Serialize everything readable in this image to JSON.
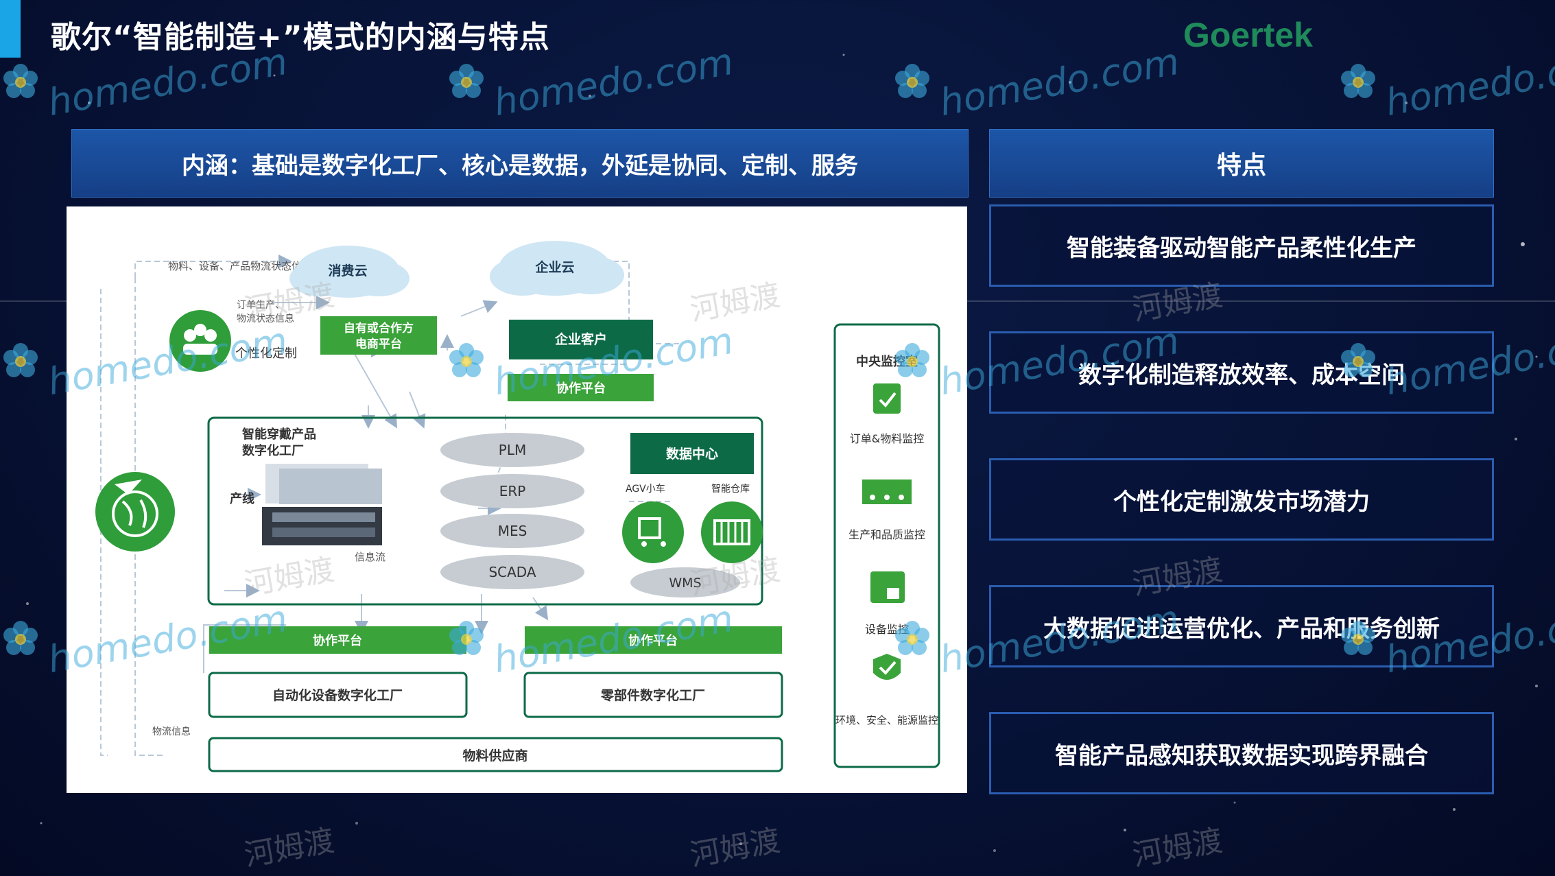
{
  "title": "歌尔“智能制造+”模式的内涵与特点",
  "logo": {
    "name": "Goertek",
    "sub": ""
  },
  "left_header": "内涵：基础是数字化工厂、核心是数据，外延是协同、定制、服务",
  "right_header": "特点",
  "features": [
    "智能装备驱动智能产品柔性化生产",
    "数字化制造释放效率、成本空间",
    "个性化定制激发市场潜力",
    "大数据促进运营优化、产品和服务创新",
    "智能产品感知获取数据实现跨界融合"
  ],
  "diagram": {
    "flow_top": "物料、设备、产品物流状态信息",
    "consumer_cloud": "消费云",
    "enterprise_cloud": "企业云",
    "order_info_1": "订单生产、",
    "order_info_2": "物流状态信息",
    "personalized": "个性化定制",
    "ecommerce_1": "自有或合作方",
    "ecommerce_2": "电商平台",
    "enterprise_customer": "企业客户",
    "collab_platform_top": "协作平台",
    "factory_title_1": "智能穿戴产品",
    "factory_title_2": "数字化工厂",
    "production_line": "产线",
    "info_flow": "信息流",
    "systems": [
      "PLM",
      "ERP",
      "MES",
      "SCADA"
    ],
    "data_center": "数据中心",
    "agv": "AGV小车",
    "smart_warehouse": "智能仓库",
    "wms": "WMS",
    "collab_platform_left": "协作平台",
    "collab_platform_right": "协作平台",
    "auto_factory": "自动化设备数字化工厂",
    "parts_factory": "零部件数字化工厂",
    "logistics_info": "物流信息",
    "supplier": "物料供应商",
    "monitor_title": "中央监控室",
    "monitors": [
      "订单&物料监控",
      "生产和品质监控",
      "设备监控",
      "环境、安全、能源监控"
    ]
  },
  "watermarks": {
    "text": "homedo.com",
    "cn": "河姆渡"
  },
  "colors": {
    "accent": "#1aa6e6",
    "header_blue": "#1d56a8",
    "green": "#3aa33a",
    "dark_green": "#0c6a47"
  }
}
